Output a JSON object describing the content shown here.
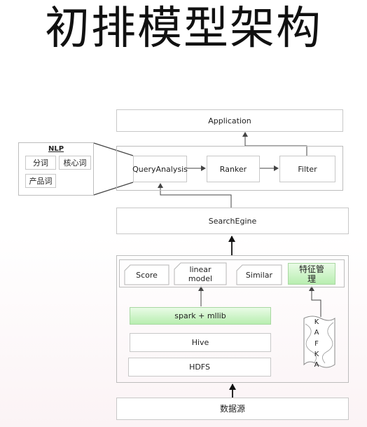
{
  "title": "初排模型架构",
  "nlp": {
    "title": "NLP",
    "items": [
      "分词",
      "核心词",
      "产品词"
    ]
  },
  "application": "Application",
  "query_layer": {
    "query_analysis": "QueryAnalysis",
    "ranker": "Ranker",
    "filter": "Filter"
  },
  "search_engine": "SearchEgine",
  "model_layer": {
    "score": "Score",
    "linear_model_line1": "linear",
    "linear_model_line2": "model",
    "similar": "Similar",
    "feature_mgmt_line1": "特征管",
    "feature_mgmt_line2": "理",
    "spark": "spark + mllib",
    "hive": "Hive",
    "hdfs": "HDFS",
    "kafka_letters": [
      "K",
      "A",
      "F",
      "K",
      "A"
    ]
  },
  "data_source": "数据源"
}
